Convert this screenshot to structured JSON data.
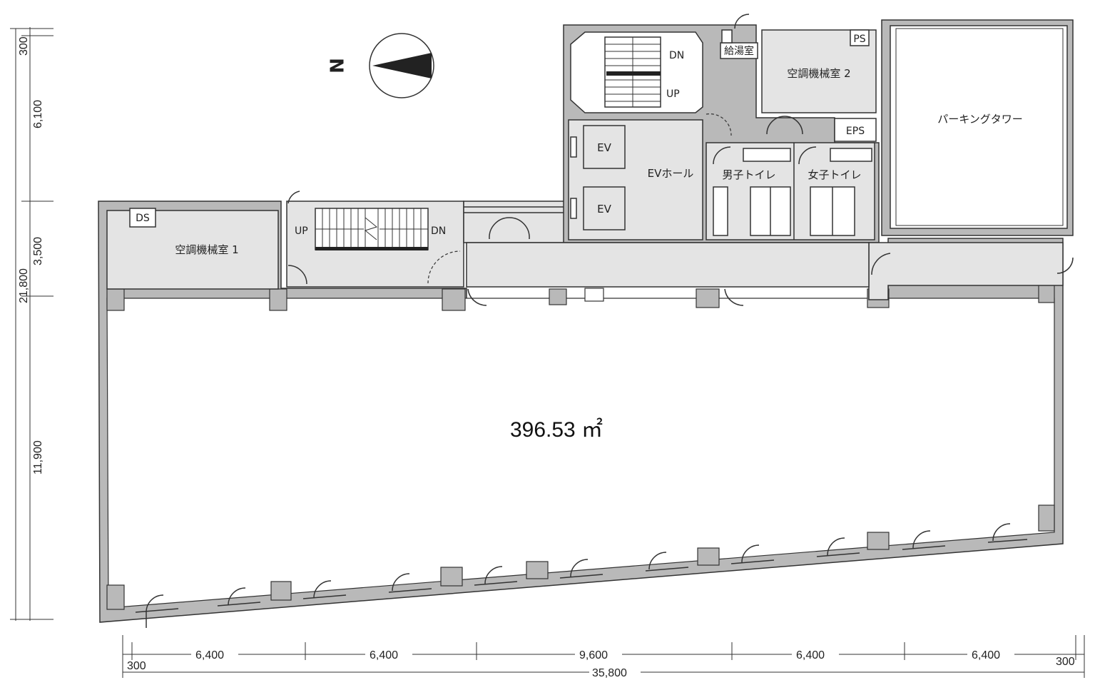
{
  "plan": {
    "area": "396.53 ㎡",
    "compass": "N",
    "rooms": {
      "ac_room_1": "空調機械室 1",
      "ac_room_2": "空調機械室 2",
      "kitchenette": "給湯室",
      "parking_tower": "パーキングタワー",
      "ev_hall": "EVホール",
      "mens_toilet": "男子トイレ",
      "womens_toilet": "女子トイレ",
      "ev_1": "EV",
      "ev_2": "EV",
      "eps": "EPS",
      "ps": "PS",
      "ds": "DS"
    },
    "stairs": {
      "north": {
        "up": "UP",
        "down": "DN"
      },
      "west": {
        "up": "UP",
        "down": "DN"
      }
    }
  },
  "dimensions": {
    "horizontal": {
      "left_margin": "300",
      "segments": [
        "6,400",
        "6,400",
        "9,600",
        "6,400",
        "6,400"
      ],
      "right_margin": "300",
      "total": "35,800"
    },
    "vertical": {
      "top_margin": "300",
      "segments": [
        "6,100",
        "3,500",
        "11,900"
      ],
      "total": "21,800"
    }
  }
}
